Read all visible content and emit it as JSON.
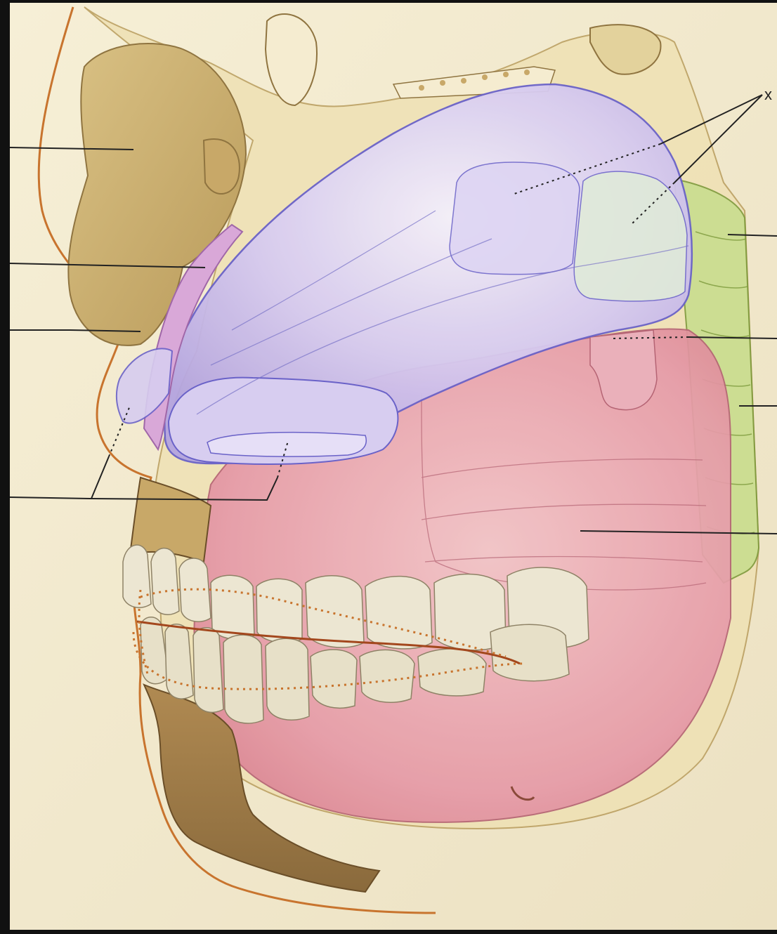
{
  "figure": {
    "background": "#111111",
    "paper_color": "#f3ebd0",
    "skin_outline_color": "#c8742e",
    "bone_color": "#e3d29c",
    "bone_shadow": "#b89c5c",
    "nasal_cavity_color": "#c7b8e8",
    "oral_cavity_color": "#e8a0ac",
    "pharynx_color": "#c9dd8f",
    "tooth_color": "#ece6d2",
    "leader_color": "#222222"
  },
  "labels": {
    "top_right_marker": "x"
  },
  "leaders": [
    {
      "id": "orbit-leader",
      "style": "solid"
    },
    {
      "id": "septum-leader",
      "style": "solid"
    },
    {
      "id": "nasal-bone-leader",
      "style": "solid"
    },
    {
      "id": "nostril-leader",
      "style": "solid"
    },
    {
      "id": "sinus-leader",
      "style": "dotted"
    },
    {
      "id": "nasopharynx-leader",
      "style": "solid"
    },
    {
      "id": "soft-palate-leader",
      "style": "dotted"
    },
    {
      "id": "oropharynx-leader",
      "style": "solid"
    },
    {
      "id": "oral-cavity-leader",
      "style": "solid"
    }
  ]
}
